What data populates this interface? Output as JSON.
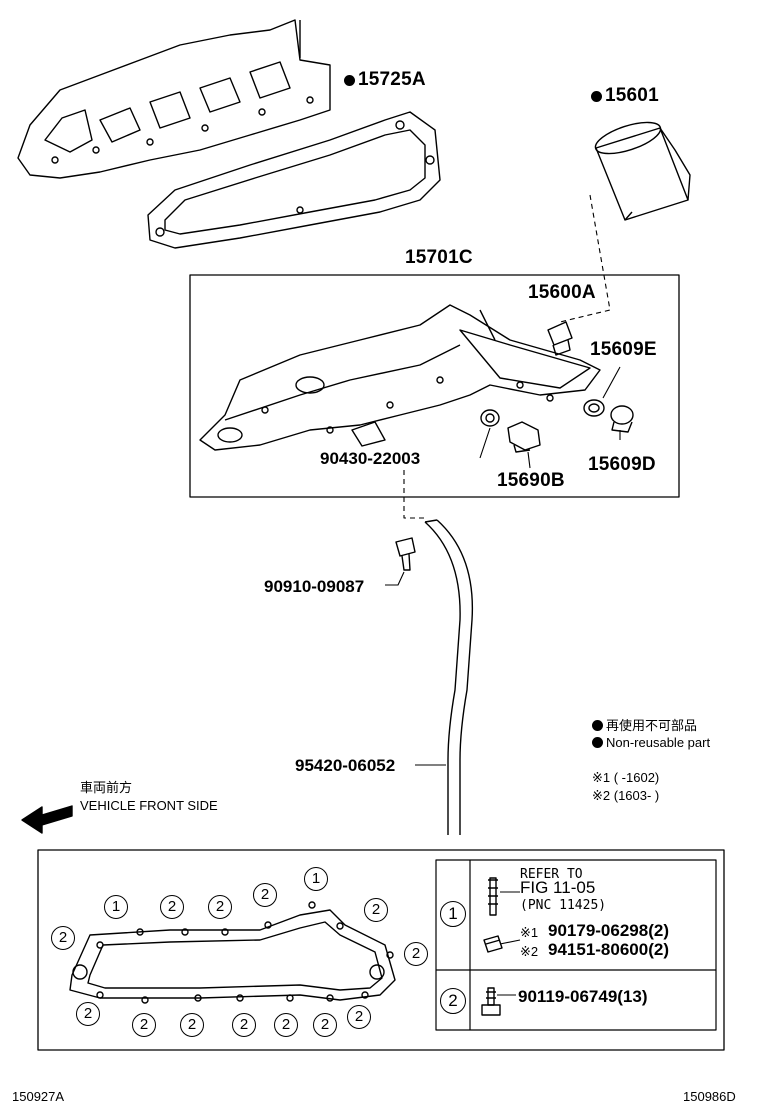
{
  "parts": {
    "gasket_top": "15725A",
    "oil_filter": "15601",
    "bracket_assy": "15701C",
    "union": "15600A",
    "gasket_ring": "15609E",
    "plug": "15609D",
    "bolt_center": "90430-22003",
    "switch": "15690B",
    "clamp_bolt": "90910-09087",
    "hose": "95420-06052"
  },
  "legend": {
    "non_reusable_jp": "再使用不可部品",
    "non_reusable_en": "Non-reusable part",
    "note1": "※1 (        -1602)",
    "note2": "※2 (1603-        )"
  },
  "direction": {
    "jp": "車両前方",
    "en": "VEHICLE FRONT SIDE"
  },
  "fastener_table": {
    "row1_key": "1",
    "refer_line1": "REFER TO",
    "refer_line2": "FIG 11-05",
    "refer_line3": "(PNC 11425)",
    "mark1": "※1",
    "bolt1": "90179-06298(2)",
    "mark2": "※2",
    "bolt2": "94151-80600(2)",
    "row2_key": "2",
    "bolt3": "90119-06749(13)"
  },
  "gasket_callouts": [
    "1",
    "2",
    "2",
    "2",
    "1",
    "2",
    "2",
    "2",
    "2",
    "2",
    "2",
    "2",
    "2",
    "2",
    "2"
  ],
  "footer": {
    "left_code": "150927A",
    "right_code": "150986D"
  }
}
